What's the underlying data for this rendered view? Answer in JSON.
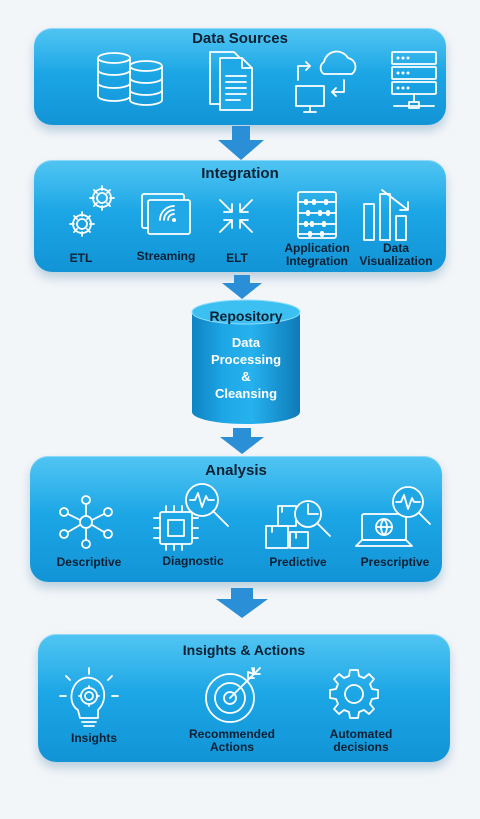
{
  "data_sources": {
    "title": "Data Sources",
    "icons": [
      "database-icon",
      "documents-icon",
      "cloud-sync-computer-icon",
      "server-network-icon"
    ]
  },
  "integration": {
    "title": "Integration",
    "items": [
      {
        "label": "ETL",
        "icon": "gears-icon"
      },
      {
        "label": "Streaming",
        "icon": "streaming-icon"
      },
      {
        "label": "ELT",
        "icon": "arrows-inward-icon"
      },
      {
        "label": "Application\nIntegration",
        "icon": "abacus-icon"
      },
      {
        "label": "Data\nVisualization",
        "icon": "bar-chart-icon"
      }
    ]
  },
  "repository": {
    "title": "Repository",
    "text": "Data\nProcessing\n&\nCleansing"
  },
  "analysis": {
    "title": "Analysis",
    "items": [
      {
        "label": "Descriptive",
        "icon": "network-icon"
      },
      {
        "label": "Diagnostic",
        "icon": "chip-magnifier-icon"
      },
      {
        "label": "Predictive",
        "icon": "boxes-magnifier-icon"
      },
      {
        "label": "Prescriptive",
        "icon": "laptop-magnifier-icon"
      }
    ]
  },
  "insights_actions": {
    "title": "Insights &  Actions",
    "items": [
      {
        "label": "Insights",
        "icon": "lightbulb-gear-icon"
      },
      {
        "label": "Recommended\nActions",
        "icon": "target-icon"
      },
      {
        "label": "Automated\ndecisions",
        "icon": "gear-icon"
      }
    ]
  },
  "colors": {
    "panel": "#1aa3e3",
    "arrow": "#2a8fd6",
    "text": "#0d2033",
    "background": "#f3f6f9"
  }
}
